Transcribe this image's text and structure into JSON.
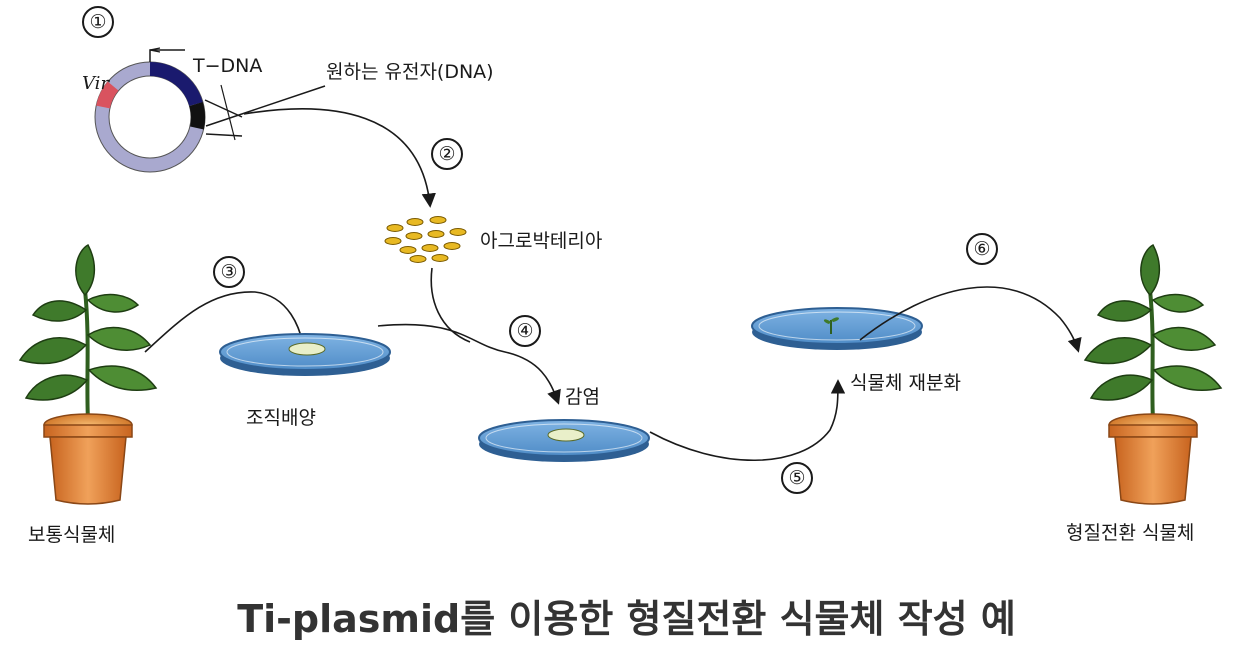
{
  "steps": [
    "①",
    "②",
    "③",
    "④",
    "⑤",
    "⑥"
  ],
  "labels": {
    "vir": "Vir",
    "t_dna": "T−DNA",
    "desired_gene": "원하는 유전자(DNA)",
    "agrobacterium": "아그로박테리아",
    "tissue_culture": "조직배양",
    "infection": "감염",
    "plant_regeneration": "식물체 재분화",
    "normal_plant": "보통식물체",
    "transformed_plant": "형질전환 식물체"
  },
  "caption": "Ti-plasmid를 이용한 형질전환 식물체 작성 예",
  "colors": {
    "plasmid_ring": "#a9a9cf",
    "tdna_segment": "#1a1a6e",
    "vir_segment": "#d9535f",
    "gene_segment": "#111111",
    "dish_blue": "#5b9bd5",
    "dish_rim": "#2e5f93",
    "bacteria": "#e8b923",
    "leaf_green": "#3f7a2b",
    "pot_orange": "#e58a3c"
  }
}
